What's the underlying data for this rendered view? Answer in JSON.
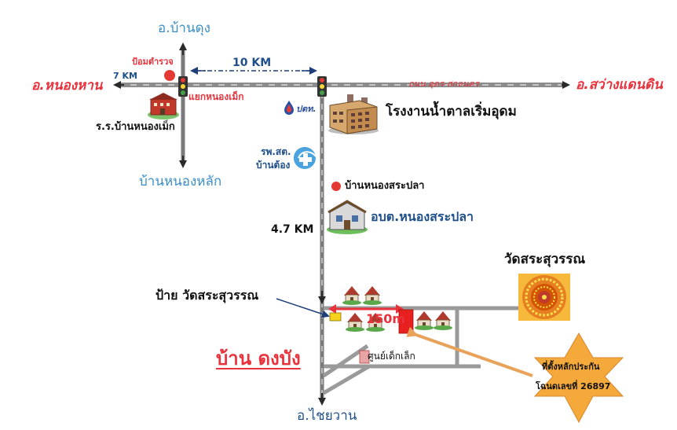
{
  "places": {
    "ban_dung": "อ.บ้านดุง",
    "nong_han": "อ.หนองหาน",
    "sawang_daen_din": "อ.สว่างแดนดิน",
    "ban_nong_lak": "บ้านหนองหลัก",
    "chai_wan": "อ.ไชยวาน"
  },
  "road_labels": {
    "police_box": "ป้อมตำรวจ",
    "nong_mek_junction": "แยกหนองเม็ก",
    "highway_name": "ถนน อุดร-สกลนคร"
  },
  "distances": {
    "d_10km": "10 KM",
    "d_7km": "7 KM",
    "d_4_7km": "4.7 KM",
    "d_150m": "150m"
  },
  "landmarks": {
    "school": "ร.ร.บ้านหนองเม็ก",
    "ptt_logo": "ปตท.",
    "sugar_factory": "โรงงานน้ำตาลเริ่มอุดม",
    "health_center_line1": "รพ.สต.",
    "health_center_line2": "บ้านต้อง",
    "ban_nong_sa_pla": "บ้านหนองสระปลา",
    "sao_office": "อบต.หนองสระปลา",
    "temple_sign": "ป้าย วัดสระสุวรรณ",
    "temple": "วัดสระสุวรรณ",
    "village": "บ้าน ดงบัง",
    "child_center": "ศูนย์เด็กเล็ก"
  },
  "deed_star": {
    "line1": "ที่ตั้งหลักประกัน",
    "line2": "โฉนดเลขที่ 26897"
  },
  "colors": {
    "road": "#8c8c8c",
    "route_red": "#e8323c",
    "place_blue": "#3a8fc9",
    "star_fill": "#f5a93b",
    "plot_red": "#e82020"
  }
}
